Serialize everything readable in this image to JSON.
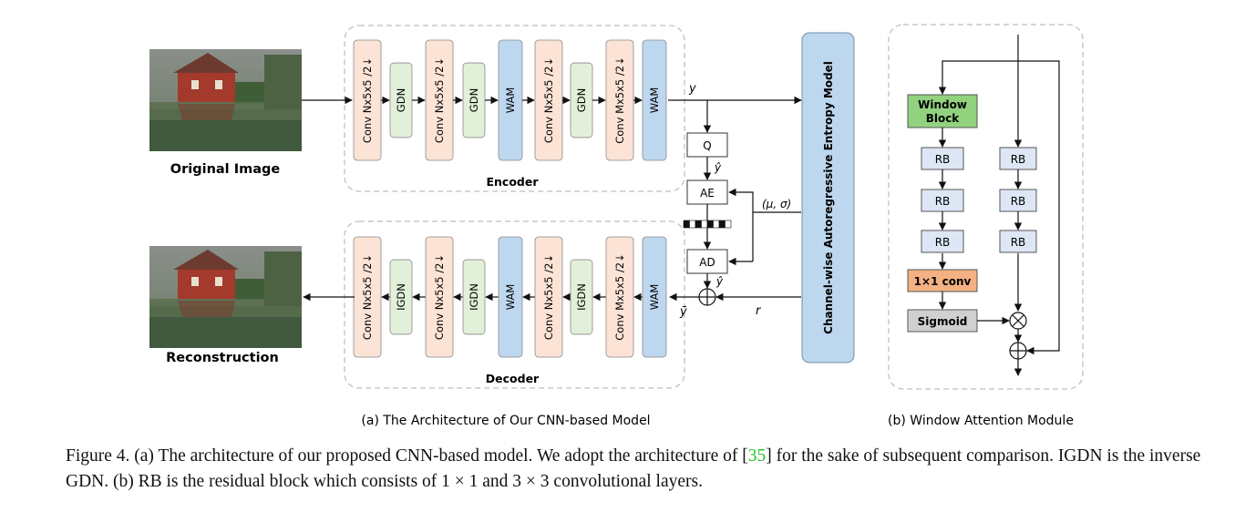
{
  "figure": {
    "original_image_label": "Original Image",
    "reconstruction_label": "Reconstruction",
    "encoder_label": "Encoder",
    "decoder_label": "Decoder",
    "encoder_blocks": [
      "Conv Nx5x5 /2↓",
      "GDN",
      "Conv Nx5x5 /2↓",
      "GDN",
      "WAM",
      "Conv Nx5x5 /2↓",
      "GDN",
      "Conv Mx5x5 /2↓",
      "WAM"
    ],
    "decoder_blocks": [
      "Conv Nx5x5 /2↓",
      "IGDN",
      "Conv Nx5x5 /2↓",
      "IGDN",
      "WAM",
      "Conv Nx5x5 /2↓",
      "IGDN",
      "Conv Mx5x5 /2↓",
      "WAM"
    ],
    "entropy_model_label": "Channel-wise Autoregressive Entropy Model",
    "q_label": "Q",
    "ae_label": "AE",
    "ad_label": "AD",
    "y_label": "y",
    "yhat_label": "ŷ",
    "yhat2_label": "ŷ",
    "ybar_label": "ȳ",
    "r_label": "r",
    "musigma_label": "(μ, σ)",
    "wam": {
      "window_block": [
        "Window",
        "Block"
      ],
      "rb_label": "RB",
      "conv_label": "1×1 conv",
      "sigmoid_label": "Sigmoid"
    },
    "subcaption_a": "(a) The Architecture of Our CNN-based Model",
    "subcaption_b": "(b) Window Attention Module"
  },
  "caption": {
    "part1": "Figure 4. (a) The architecture of our proposed CNN-based model. We adopt the architecture of [",
    "ref": "35",
    "part2": "] for the sake of subsequent comparison. IGDN is the inverse GDN. (b) RB is the residual block which consists of 1 × 1 and 3 × 3 convolutional layers."
  },
  "colors": {
    "conv": "#fbe3d6",
    "gdn": "#e2f0d9",
    "wam": "#bdd7ee",
    "window_block": "#92d27f",
    "rb": "#dde6f4",
    "conv1x1": "#f4b183",
    "sigmoid": "#d0d0d0",
    "entropy": "#bdd7ee",
    "dashed": "#c8c8c8"
  }
}
